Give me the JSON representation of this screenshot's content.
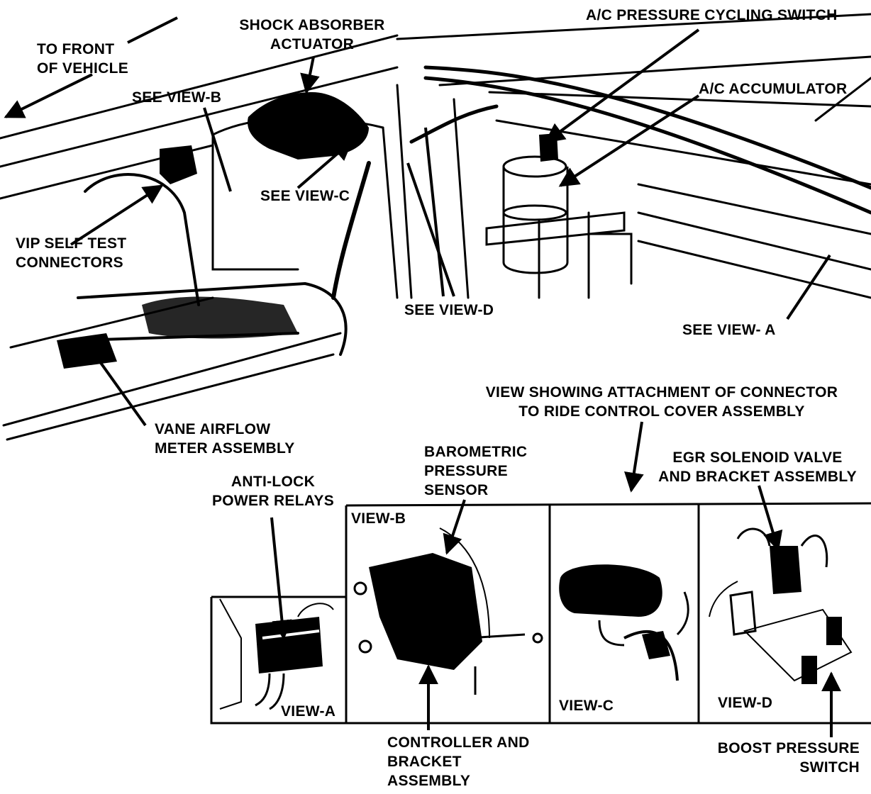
{
  "colors": {
    "ink": "#000000",
    "paper": "#ffffff"
  },
  "labels": {
    "to_front": [
      "TO FRONT",
      "OF VEHICLE"
    ],
    "shock_absorber_actuator": [
      "SHOCK ABSORBER",
      "ACTUATOR"
    ],
    "ac_pressure_cycling_switch": "A/C PRESSURE CYCLING SWITCH",
    "ac_accumulator": "A/C ACCUMULATOR",
    "see_view_b": "SEE VIEW-B",
    "see_view_c": "SEE VIEW-C",
    "vip_self_test": [
      "VIP SELF TEST",
      "CONNECTORS"
    ],
    "see_view_d": "SEE VIEW-D",
    "see_view_a": "SEE VIEW- A",
    "vane_airflow": [
      "VANE AIRFLOW",
      "METER ASSEMBLY"
    ],
    "view_showing": [
      "VIEW SHOWING ATTACHMENT OF CONNECTOR",
      "TO RIDE CONTROL COVER ASSEMBLY"
    ],
    "barometric": [
      "BAROMETRIC",
      "PRESSURE",
      "SENSOR"
    ],
    "egr_solenoid": [
      "EGR SOLENOID VALVE",
      "AND BRACKET ASSEMBLY"
    ],
    "anti_lock": [
      "ANTI-LOCK",
      "POWER RELAYS"
    ],
    "view_a": "VIEW-A",
    "view_b": "VIEW-B",
    "view_c": "VIEW-C",
    "view_d": "VIEW-D",
    "controller": [
      "CONTROLLER AND",
      "BRACKET",
      "ASSEMBLY"
    ],
    "boost": [
      "BOOST PRESSURE",
      "SWITCH"
    ]
  }
}
